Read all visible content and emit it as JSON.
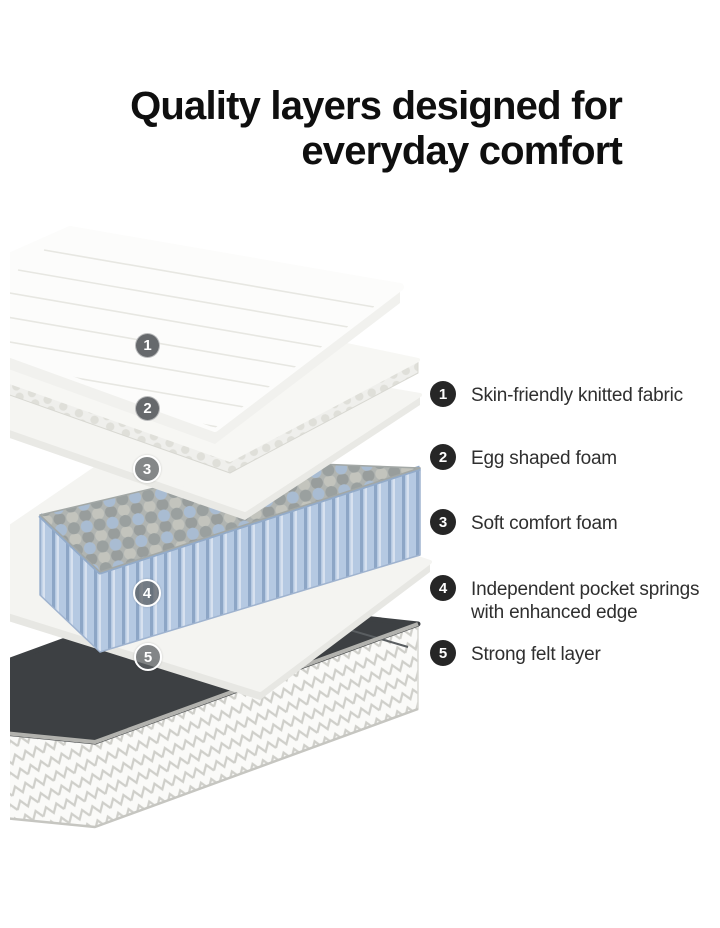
{
  "title": {
    "line1": "Quality layers designed for",
    "line2": "everyday comfort"
  },
  "legend": {
    "items": [
      {
        "num": "1",
        "lines": [
          "Skin-friendly knitted fabric"
        ]
      },
      {
        "num": "2",
        "lines": [
          "Egg shaped foam"
        ]
      },
      {
        "num": "3",
        "lines": [
          "Soft comfort foam"
        ]
      },
      {
        "num": "4",
        "lines": [
          "Independent pocket springs",
          "with enhanced edge"
        ]
      },
      {
        "num": "5",
        "lines": [
          "Strong felt layer"
        ]
      }
    ]
  },
  "diagram": {
    "badges": [
      "1",
      "2",
      "3",
      "4",
      "5"
    ]
  },
  "colors": {
    "spring_blue": "#b5c9e2",
    "felt_dark": "#3d4043",
    "diagram_badge_gray": "#66696c",
    "legend_badge_black": "#262626",
    "text_dark": "#2f2f2f"
  }
}
